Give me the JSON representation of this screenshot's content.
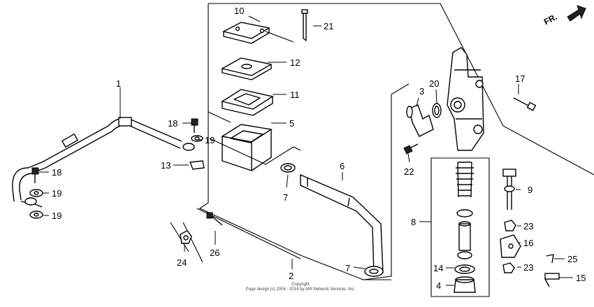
{
  "diagram": {
    "direction_label": "FR.",
    "copyright_line1": "Copyright",
    "copyright_line2": "Page design (c) 2004 - 2014 by ARI Network Services, Inc.",
    "callouts": {
      "c1": "1",
      "c2": "2",
      "c3": "3",
      "c4": "4",
      "c5": "5",
      "c6": "6",
      "c7a": "7",
      "c7b": "7",
      "c8": "8",
      "c9": "9",
      "c10": "10",
      "c11": "11",
      "c12": "12",
      "c13": "13",
      "c14": "14",
      "c15": "15",
      "c16": "16",
      "c17": "17",
      "c18a": "18",
      "c18b": "18",
      "c19a": "19",
      "c19b": "19",
      "c19c": "19",
      "c20": "20",
      "c21": "21",
      "c22": "22",
      "c23a": "23",
      "c23b": "23",
      "c24": "24",
      "c25": "25",
      "c26": "26"
    }
  }
}
